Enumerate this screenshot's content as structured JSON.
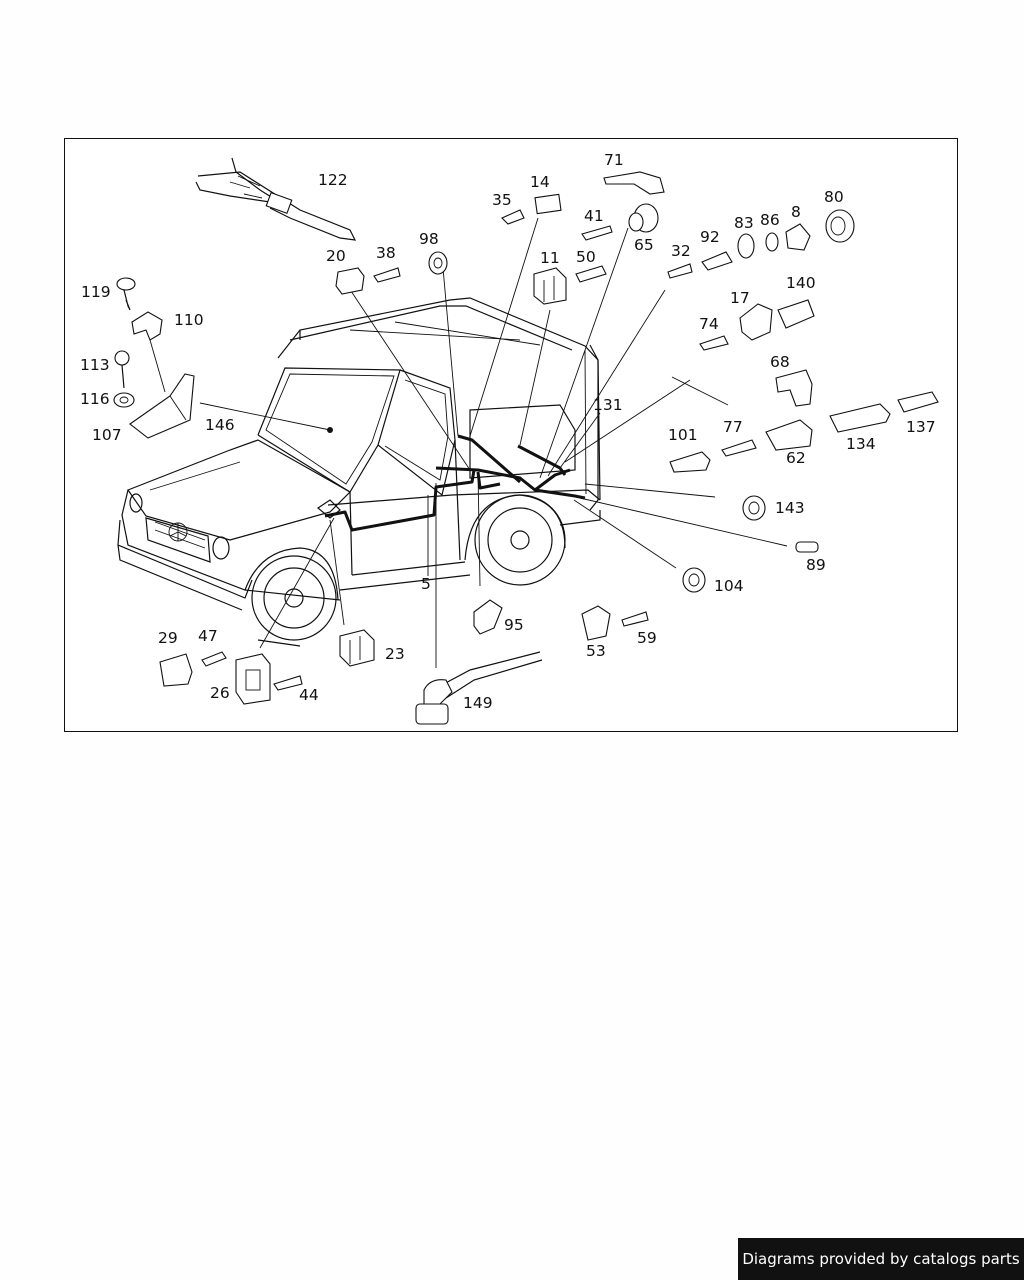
{
  "credit": "Diagrams provided by catalogs parts",
  "labels": [
    "5",
    "8",
    "11",
    "14",
    "17",
    "20",
    "23",
    "26",
    "29",
    "32",
    "35",
    "38",
    "41",
    "44",
    "47",
    "50",
    "53",
    "59",
    "62",
    "65",
    "68",
    "71",
    "74",
    "77",
    "80",
    "83",
    "86",
    "89",
    "92",
    "95",
    "98",
    "101",
    "104",
    "107",
    "110",
    "113",
    "116",
    "119",
    "122",
    "131",
    "134",
    "137",
    "140",
    "143",
    "146",
    "149"
  ]
}
